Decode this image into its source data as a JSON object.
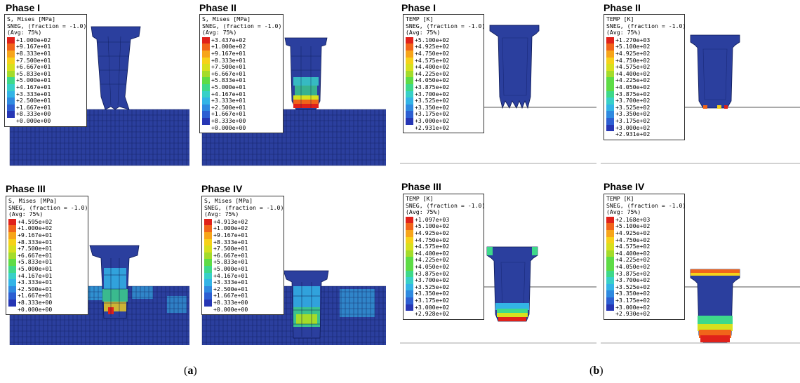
{
  "colors": {
    "mesh_blue": "#2b3f9e",
    "mesh_line": "#0d1a55",
    "scale": [
      "#2636b4",
      "#2d5fd2",
      "#2f8ae0",
      "#33b4e6",
      "#38d0c8",
      "#3ed98a",
      "#5edc46",
      "#a4dc2a",
      "#d7e01e",
      "#f6d21a",
      "#f7a51a",
      "#f1641a",
      "#e0211a"
    ]
  },
  "panel_a": {
    "label": "a",
    "phases": [
      {
        "title": "Phase I",
        "legend": {
          "header": [
            "S, Mises [MPa]",
            "SNEG, (fraction = -1.0)",
            "(Avg: 75%)"
          ],
          "values": [
            "+1.000e+02",
            "+9.167e+01",
            "+8.333e+01",
            "+7.500e+01",
            "+6.667e+01",
            "+5.833e+01",
            "+5.000e+01",
            "+4.167e+01",
            "+3.333e+01",
            "+2.500e+01",
            "+1.667e+01",
            "+8.333e+00",
            "+0.000e+00"
          ]
        }
      },
      {
        "title": "Phase II",
        "legend": {
          "header": [
            "S, Mises [MPa]",
            "SNEG, (fraction = -1.0)",
            "(Avg: 75%)"
          ],
          "values": [
            "+3.437e+02",
            "+1.000e+02",
            "+9.167e+01",
            "+8.333e+01",
            "+7.500e+01",
            "+6.667e+01",
            "+5.833e+01",
            "+5.000e+01",
            "+4.167e+01",
            "+3.333e+01",
            "+2.500e+01",
            "+1.667e+01",
            "+8.333e+00",
            "+0.000e+00"
          ]
        }
      },
      {
        "title": "Phase III",
        "legend": {
          "header": [
            "S, Mises [MPa]",
            "SNEG, (fraction = -1.0)",
            "(Avg: 75%)"
          ],
          "values": [
            "+4.595e+02",
            "+1.000e+02",
            "+9.167e+01",
            "+8.333e+01",
            "+7.500e+01",
            "+6.667e+01",
            "+5.833e+01",
            "+5.000e+01",
            "+4.167e+01",
            "+3.333e+01",
            "+2.500e+01",
            "+1.667e+01",
            "+8.333e+00",
            "+0.000e+00"
          ]
        }
      },
      {
        "title": "Phase IV",
        "legend": {
          "header": [
            "S, Mises [MPa]",
            "SNEG, (fraction = -1.0)",
            "(Avg: 75%)"
          ],
          "values": [
            "+4.913e+02",
            "+1.000e+02",
            "+9.167e+01",
            "+8.333e+01",
            "+7.500e+01",
            "+6.667e+01",
            "+5.833e+01",
            "+5.000e+01",
            "+4.167e+01",
            "+3.333e+01",
            "+2.500e+01",
            "+1.667e+01",
            "+8.333e+00",
            "+0.000e+00"
          ]
        }
      }
    ]
  },
  "panel_b": {
    "label": "b",
    "phases": [
      {
        "title": "Phase I",
        "legend": {
          "header": [
            "TEMP [K]",
            "SNEG, (fraction = -1.0)",
            "(Avg: 75%)"
          ],
          "values": [
            "+5.100e+02",
            "+4.925e+02",
            "+4.750e+02",
            "+4.575e+02",
            "+4.400e+02",
            "+4.225e+02",
            "+4.050e+02",
            "+3.875e+02",
            "+3.700e+02",
            "+3.525e+02",
            "+3.350e+02",
            "+3.175e+02",
            "+3.000e+02",
            "+2.931e+02"
          ]
        }
      },
      {
        "title": "Phase II",
        "legend": {
          "header": [
            "TEMP [K]",
            "SNEG, (fraction = -1.0)",
            "(Avg: 75%)"
          ],
          "values": [
            "+1.270e+03",
            "+5.100e+02",
            "+4.925e+02",
            "+4.750e+02",
            "+4.575e+02",
            "+4.400e+02",
            "+4.225e+02",
            "+4.050e+02",
            "+3.875e+02",
            "+3.700e+02",
            "+3.525e+02",
            "+3.350e+02",
            "+3.175e+02",
            "+3.000e+02",
            "+2.931e+02"
          ]
        }
      },
      {
        "title": "Phase III",
        "legend": {
          "header": [
            "TEMP [K]",
            "SNEG, (fraction = -1.0)",
            "(Avg: 75%)"
          ],
          "values": [
            "+1.097e+03",
            "+5.100e+02",
            "+4.925e+02",
            "+4.750e+02",
            "+4.575e+02",
            "+4.400e+02",
            "+4.225e+02",
            "+4.050e+02",
            "+3.875e+02",
            "+3.700e+02",
            "+3.525e+02",
            "+3.350e+02",
            "+3.175e+02",
            "+3.000e+02",
            "+2.928e+02"
          ]
        }
      },
      {
        "title": "Phase IV",
        "legend": {
          "header": [
            "TEMP [K]",
            "SNEG, (fraction = -1.0)",
            "(Avg: 75%)"
          ],
          "values": [
            "+2.168e+03",
            "+5.100e+02",
            "+4.925e+02",
            "+4.750e+02",
            "+4.575e+02",
            "+4.400e+02",
            "+4.225e+02",
            "+4.050e+02",
            "+3.875e+02",
            "+3.700e+02",
            "+3.525e+02",
            "+3.350e+02",
            "+3.175e+02",
            "+3.000e+02",
            "+2.930e+02"
          ]
        }
      }
    ]
  }
}
